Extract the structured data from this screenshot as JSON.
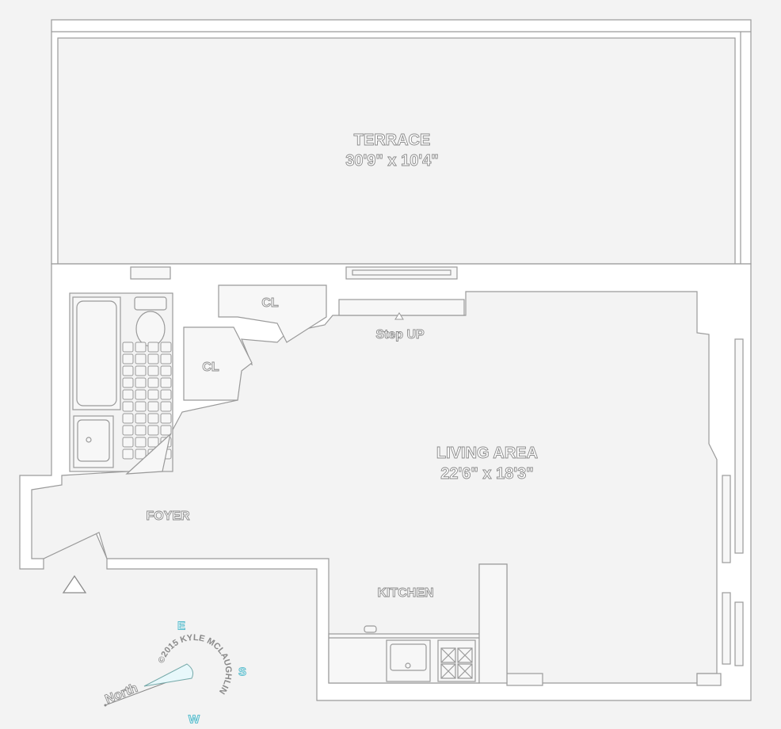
{
  "rooms": {
    "terrace": {
      "name": "TERRACE",
      "dims": "30'9\" x 10'4\""
    },
    "living": {
      "name": "LIVING AREA",
      "dims": "22'6\" x 18'3\""
    },
    "kitchen": {
      "name": "KITCHEN"
    },
    "foyer": {
      "name": "FOYER"
    },
    "closet1": {
      "name": "CL"
    },
    "closet2": {
      "name": "CL"
    },
    "step": {
      "name": "Step UP"
    }
  },
  "compass": {
    "north": "North",
    "e": "E",
    "s": "S",
    "w": "W",
    "copyright": "©2015 KYLE MCLAUGHLIN",
    "accent_color": "#5bbccc"
  },
  "colors": {
    "background": "#f3f3f3",
    "line": "#9a9a9a"
  }
}
